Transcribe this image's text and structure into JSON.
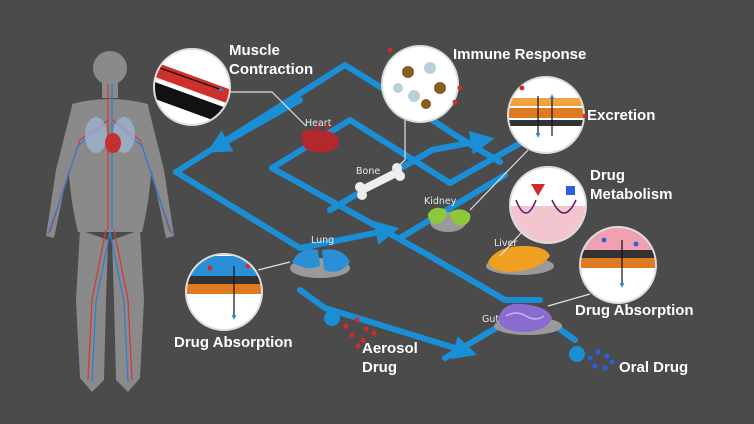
{
  "labels": {
    "muscle_contraction_1": "Muscle",
    "muscle_contraction_2": "Contraction",
    "immune_response": "Immune Response",
    "excretion": "Excretion",
    "drug_metabolism_1": "Drug",
    "drug_metabolism_2": "Metabolism",
    "drug_absorption_gut": "Drug Absorption",
    "drug_absorption_lung": "Drug Absorption",
    "aerosol_drug_1": "Aerosol",
    "aerosol_drug_2": "Drug",
    "oral_drug": "Oral Drug"
  },
  "organs": {
    "heart": "Heart",
    "bone": "Bone",
    "kidney": "Kidney",
    "lung": "Lung",
    "liver": "Liver",
    "gut": "Gut"
  },
  "colors": {
    "background": "#4b4b4b",
    "flow_blue": "#1b8fd6",
    "drug_red": "#d02a2a",
    "drug_blue": "#2b5fe0"
  }
}
